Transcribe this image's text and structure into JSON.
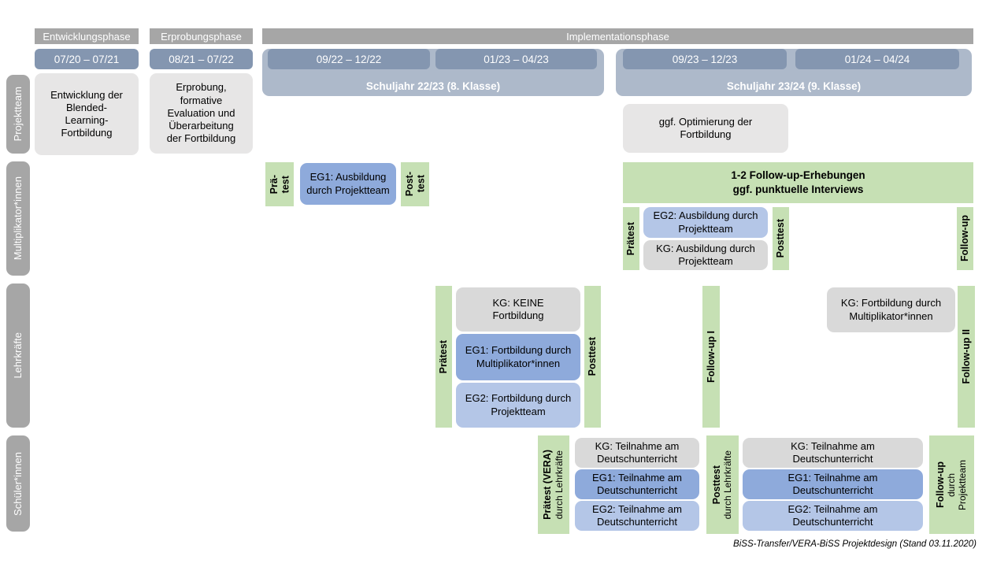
{
  "caption": "BiSS-Transfer/VERA-BiSS Projektdesign (Stand 03.11.2020)",
  "colors": {
    "phase_bar": "#a6a6a6",
    "date_bar": "#8496b0",
    "school_year_block": "#adb9ca",
    "row_label_bar": "#a6a6a6",
    "project_box": "#e7e6e6",
    "kg_box": "#d9d9d9",
    "eg1_box": "#8eaadb",
    "eg2_box": "#b4c6e7",
    "test_bar": "#c6e0b4"
  },
  "phases": {
    "p1": "Entwicklungsphase",
    "p2": "Erprobungsphase",
    "p3": "Implementationsphase"
  },
  "dates": {
    "d1": "07/20 – 07/21",
    "d2": "08/21 – 07/22",
    "d3": "09/22 – 12/22",
    "d4": "01/23 – 04/23",
    "d5": "09/23 – 12/23",
    "d6": "01/24 – 04/24"
  },
  "school_years": {
    "sy1": "Schuljahr 22/23 (8. Klasse)",
    "sy2": "Schuljahr 23/24 (9. Klasse)"
  },
  "row_labels": {
    "r1": "Projektteam",
    "r2": "Multiplikator*innen",
    "r3": "Lehrkräfte",
    "r4": "Schüler*innen"
  },
  "projektteam": {
    "b1": "Entwicklung der Blended-Learning-Fortbildung",
    "b2": "Erprobung, formative Evaluation und Überarbeitung der Fortbildung",
    "b3": "ggf. Optimierung der Fortbildung"
  },
  "multiplikator": {
    "praetest1": "Prä-\ntest",
    "eg1": "EG1: Ausbildung durch Projektteam",
    "posttest1": "Post-\ntest",
    "banner": "1-2 Follow-up-Erhebungen\nggf. punktuelle Interviews",
    "praetest2": "Prätest",
    "eg2": "EG2: Ausbildung durch Projektteam",
    "kg": "KG: Ausbildung durch Projektteam",
    "posttest2": "Posttest",
    "followup": "Follow-up"
  },
  "lehrkraefte": {
    "praetest": "Prätest",
    "kg": "KG: KEINE Fortbildung",
    "eg1": "EG1: Fortbildung durch Multiplikator*innen",
    "eg2": "EG2: Fortbildung durch Projektteam",
    "posttest": "Posttest",
    "followup1": "Follow-up I",
    "kg_followup": "KG: Fortbildung durch Multiplikator*innen",
    "followup2": "Follow-up II"
  },
  "schueler": {
    "praetest_main": "Prätest (VERA)",
    "praetest_sub": "durch Lehrkräfte",
    "kg1": "KG: Teilnahme am Deutschunterricht",
    "eg1_1": "EG1: Teilnahme am Deutschunterricht",
    "eg2_1": "EG2: Teilnahme am Deutschunterricht",
    "posttest_main": "Posttest",
    "posttest_sub": "durch Lehrkräfte",
    "kg2": "KG: Teilnahme am Deutschunterricht",
    "eg1_2": "EG1: Teilnahme am Deutschunterricht",
    "eg2_2": "EG2: Teilnahme am Deutschunterricht",
    "followup_main": "Follow-up",
    "followup_sub": "durch Projektteam"
  }
}
